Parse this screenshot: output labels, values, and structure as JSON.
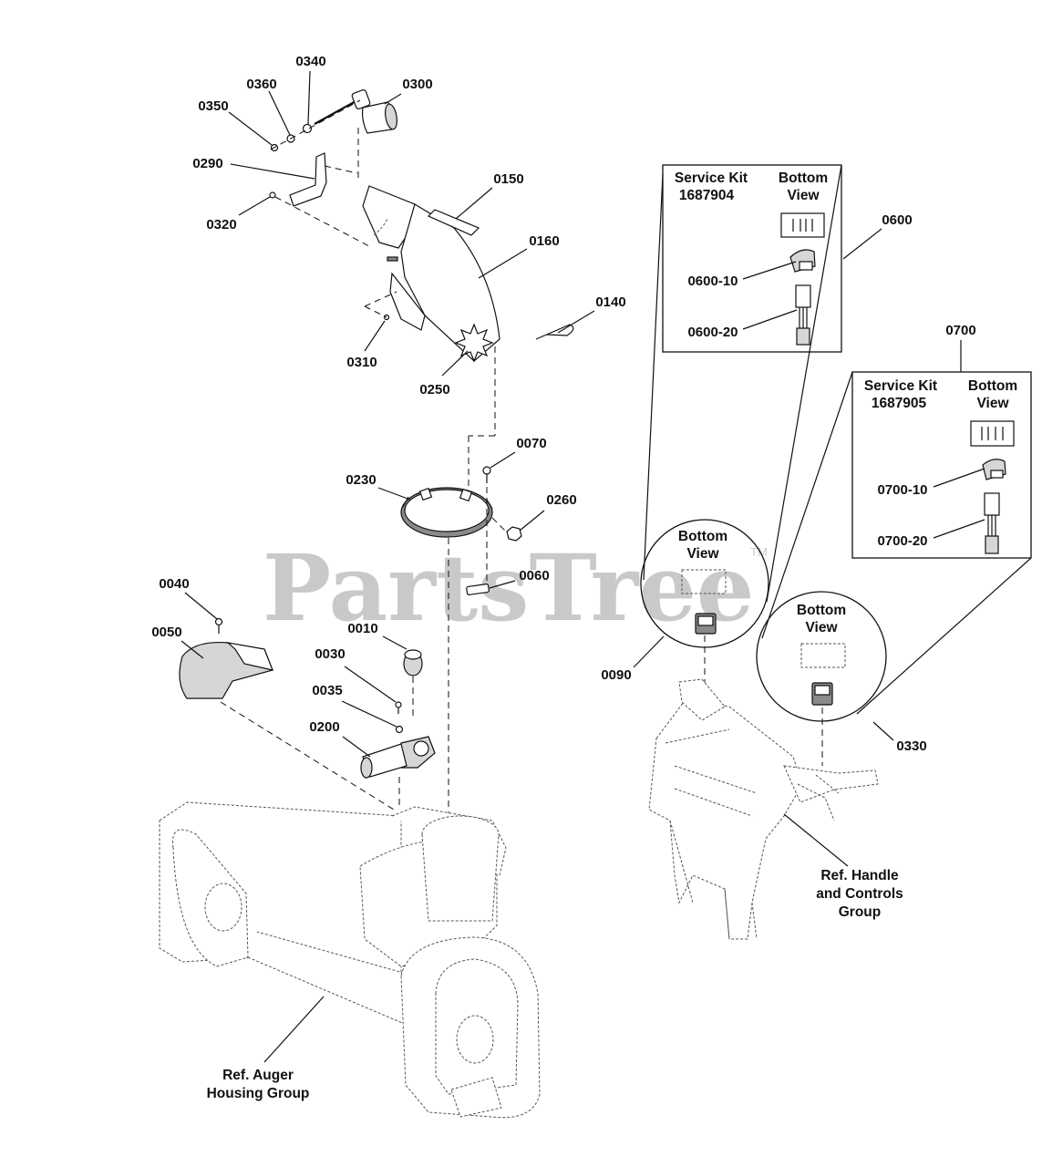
{
  "watermark": {
    "text": "PartsTree",
    "trademark": "TM"
  },
  "labels": {
    "p0340": "0340",
    "p0360": "0360",
    "p0300": "0300",
    "p0350": "0350",
    "p0290": "0290",
    "p0320": "0320",
    "p0150": "0150",
    "p0160": "0160",
    "p0140": "0140",
    "p0310": "0310",
    "p0250": "0250",
    "p0070": "0070",
    "p0230": "0230",
    "p0260": "0260",
    "p0060": "0060",
    "p0040": "0040",
    "p0050": "0050",
    "p0010": "0010",
    "p0030": "0030",
    "p0035": "0035",
    "p0200": "0200",
    "p0600": "0600",
    "p0600_10": "0600-10",
    "p0600_20": "0600-20",
    "p0700": "0700",
    "p0700_10": "0700-10",
    "p0700_20": "0700-20",
    "p0090": "0090",
    "p0330": "0330"
  },
  "kit_1687904": {
    "title_line1": "Service Kit",
    "title_line2": "1687904",
    "view_line1": "Bottom",
    "view_line2": "View"
  },
  "kit_1687905": {
    "title_line1": "Service Kit",
    "title_line2": "1687905",
    "view_line1": "Bottom",
    "view_line2": "View"
  },
  "callout_0090": {
    "line1": "Bottom",
    "line2": "View"
  },
  "callout_0330": {
    "line1": "Bottom",
    "line2": "View"
  },
  "refs": {
    "auger_line1": "Ref. Auger",
    "auger_line2": "Housing Group",
    "handle_line1": "Ref. Handle",
    "handle_line2": "and Controls",
    "handle_line3": "Group"
  }
}
